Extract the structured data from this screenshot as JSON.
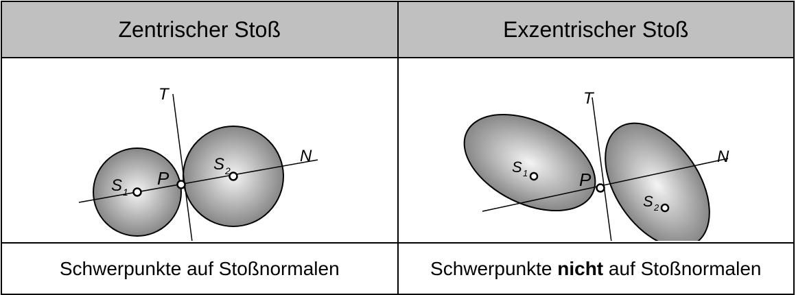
{
  "table": {
    "columns": [
      {
        "header": "Zentrischer Stoß",
        "caption_before": "Schwerpunkte auf Stoßnormalen",
        "caption_emph": "",
        "caption_after": ""
      },
      {
        "header": "Exzentrischer Stoß",
        "caption_before": "Schwerpunkte ",
        "caption_emph": "nicht",
        "caption_after": " auf Stoßnormalen"
      }
    ]
  },
  "diagram_left": {
    "tangent": "T",
    "normal": "N",
    "contact": "P",
    "s1": "S",
    "s1_sub": "1",
    "s2": "S",
    "s2_sub": "2"
  },
  "diagram_right": {
    "tangent": "T",
    "normal": "N",
    "contact": "P",
    "s1": "S",
    "s1_sub": "1",
    "s2": "S",
    "s2_sub": "2"
  }
}
